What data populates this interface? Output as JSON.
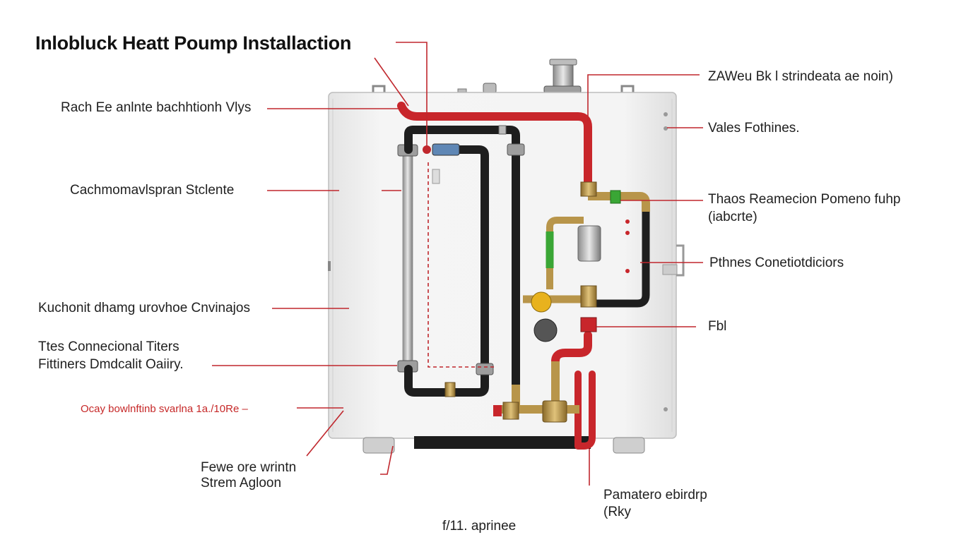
{
  "diagram": {
    "title": "Inlobluck Heatt Poump Installaction",
    "labels": {
      "left_1": "Rach Ee anlnte bachhtionh Vlys",
      "left_2": "Cachmomavlspran Stclente",
      "left_3": "Kuchonit dhamg urovhoe Cnvinajos",
      "left_4a": "Ttes Connecional Titers",
      "left_4b": "Fittiners Dmdcalit Oaiiry.",
      "left_5": "Ocay bowlnftinb svarlna 1a./10Re –",
      "bottom_left_a": "Fewe ore wrintn",
      "bottom_left_b": "Strem Agloon",
      "bottom_center": "f/11. aprinee",
      "right_1": "ZAWeu Bk  l strindeata ae noin)",
      "right_2": "Vales Fothines.",
      "right_3a": "Thaos Reamecion Pomeno fuhp",
      "right_3b": "(iabcrte)",
      "right_4": "Pthnes Conetiotdiciors",
      "right_5": "Fbl",
      "bottom_right_a": "Pamatero ebirdrp",
      "bottom_right_b": "(Rky"
    },
    "colors": {
      "leader": "#c0272d",
      "unit_body": "#f1f1f1",
      "pipe_black": "#1e1e1e",
      "pipe_red": "#c8262b",
      "brass": "#b8954a",
      "pipe_green": "#3aa635"
    }
  }
}
